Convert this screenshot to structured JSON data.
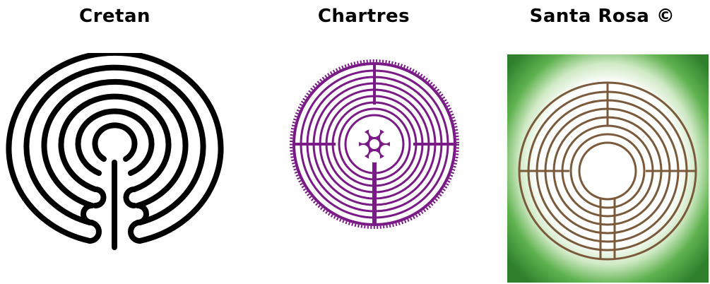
{
  "panels": [
    {
      "title": "Cretan",
      "color": "#000000"
    },
    {
      "title": "Chartres",
      "color": "#7a1a86"
    },
    {
      "title": "Santa Rosa ©",
      "color": "#7a5a3a",
      "background": "#3f9a3a"
    }
  ]
}
